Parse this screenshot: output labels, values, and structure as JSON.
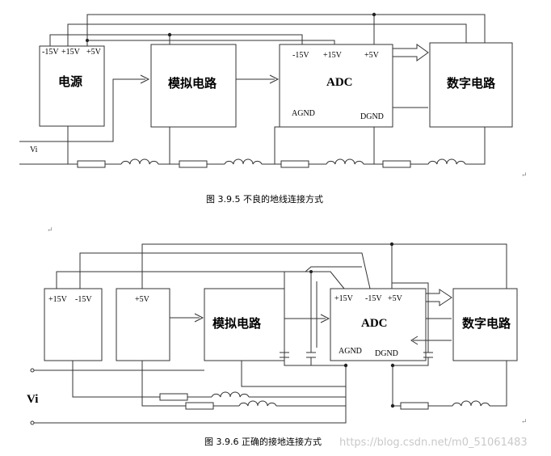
{
  "figure1": {
    "caption": "图 3.9.5  不良的地线连接方式",
    "power_label": "电源",
    "power_pins": [
      "-15V",
      "+15V",
      "+5V"
    ],
    "analog_label": "模拟电路",
    "adc_label": "ADC",
    "adc_pins": [
      "-15V",
      "+15V",
      "+5V"
    ],
    "agnd": "AGND",
    "dgnd": "DGND",
    "digital_label": "数字电路",
    "vi": "Vi"
  },
  "figure2": {
    "caption": "图 3.9.6    正确的接地连接方式",
    "supply1_pins": [
      "+15V",
      "-15V"
    ],
    "supply2_pin": "+5V",
    "analog_label": "模拟电路",
    "adc_label": "ADC",
    "adc_pins": [
      "+15V",
      "-15V",
      "+5V"
    ],
    "agnd": "AGND",
    "dgnd": "DGND",
    "digital_label": "数字电路",
    "vi": "Vi"
  },
  "watermark": "https://blog.csdn.net/m0_51061483",
  "paragraph_mark": "↵"
}
